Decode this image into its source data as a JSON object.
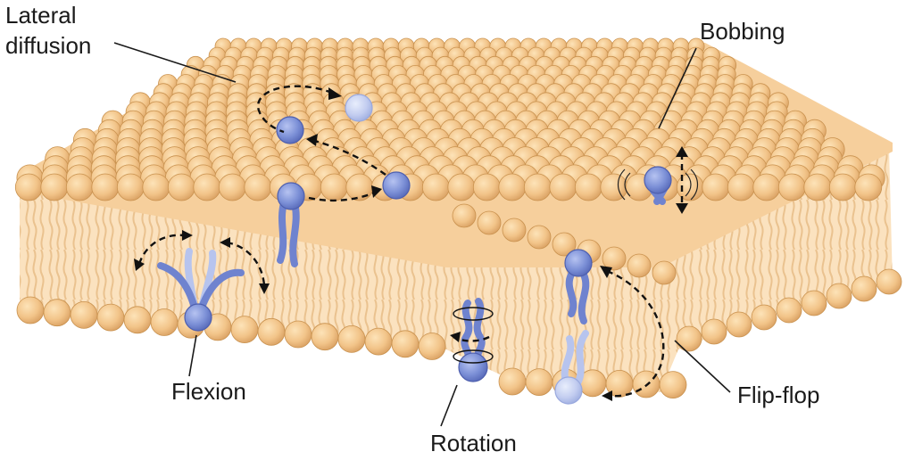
{
  "labels": {
    "lateral_diffusion_line1": "Lateral",
    "lateral_diffusion_line2": "diffusion",
    "bobbing": "Bobbing",
    "flexion": "Flexion",
    "rotation": "Rotation",
    "flip_flop": "Flip-flop"
  },
  "colors": {
    "head_fill": "#f2c489",
    "head_stroke": "#c9924f",
    "core": "#fbe2bf",
    "tail_stroke": "#e8c08c",
    "lipid_highlight": "#7b8fd6"
  }
}
